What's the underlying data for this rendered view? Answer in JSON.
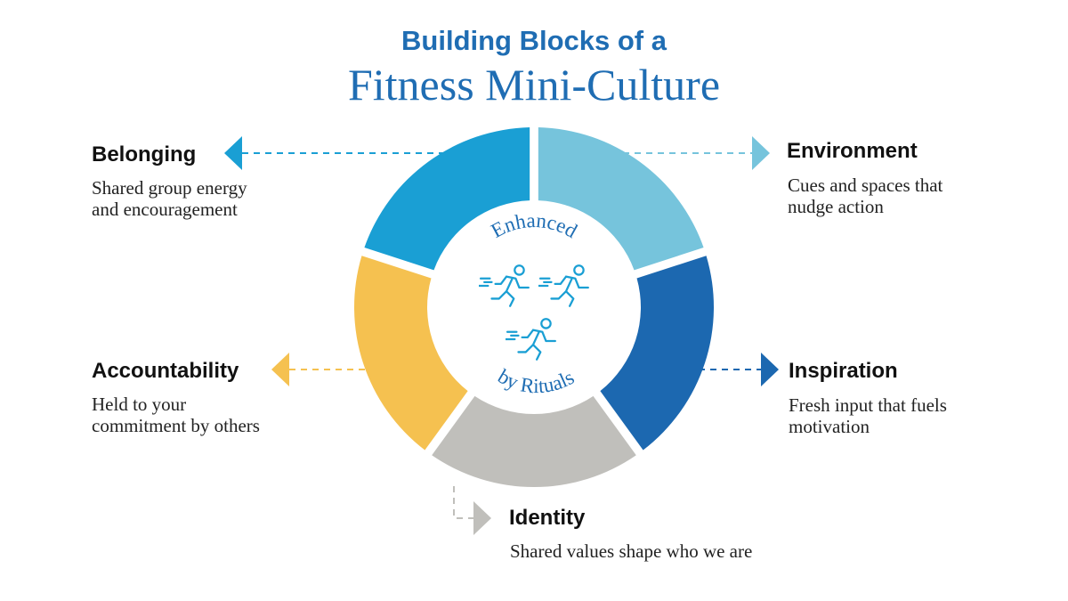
{
  "title": {
    "line1": "Building Blocks of a",
    "line2": "Fitness Mini-Culture"
  },
  "center": {
    "top_text": "Enhanced",
    "bottom_text": "by Rituals",
    "icon": "running-person-icon"
  },
  "colors": {
    "title": "#1f6db3",
    "belonging": "#1a9fd4",
    "environment": "#76c4dc",
    "inspiration": "#1c68b0",
    "identity": "#c0bfbb",
    "accountability": "#f5c150"
  },
  "blocks": {
    "belonging": {
      "label": "Belonging",
      "line1": "Shared group energy",
      "line2": "and encouragement"
    },
    "environment": {
      "label": "Environment",
      "line1": "Cues and spaces that",
      "line2": "nudge action"
    },
    "inspiration": {
      "label": "Inspiration",
      "line1": "Fresh input that fuels",
      "line2": "motivation"
    },
    "identity": {
      "label": "Identity",
      "line1": "Shared values shape who we are"
    },
    "accountability": {
      "label": "Accountability",
      "line1": "Held to your",
      "line2": "commitment by others"
    }
  }
}
